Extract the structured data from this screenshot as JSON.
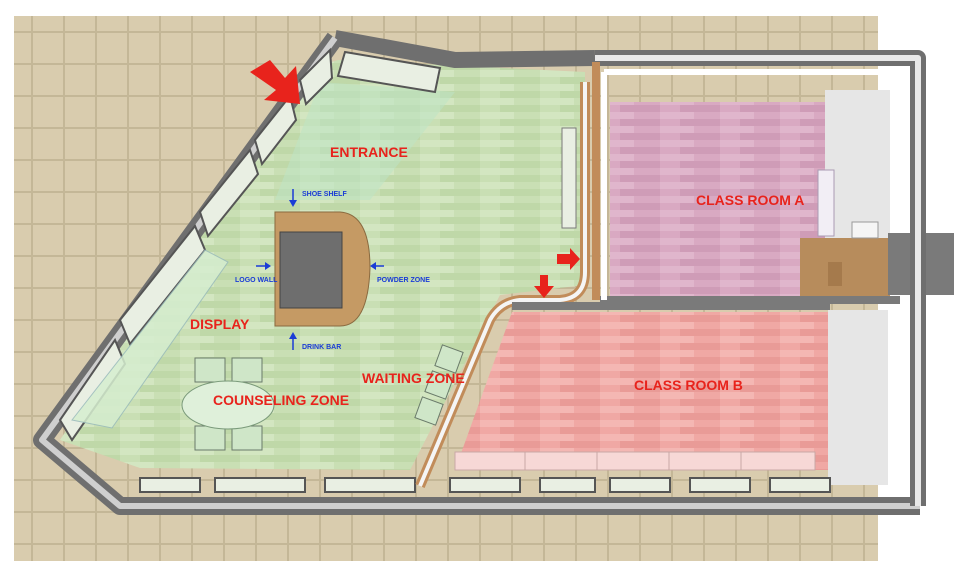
{
  "labels": {
    "entrance": "ENTRANCE",
    "class_room_a": "CLASS ROOM A",
    "class_room_b": "CLASS ROOM B",
    "display": "DISPLAY",
    "waiting_zone": "WAITING ZONE",
    "counseling_zone": "COUNSELING ZONE",
    "shoe_shelf": "SHOE SHELF",
    "logo_wall": "LOGO WALL",
    "powder_zone": "POWDER ZONE",
    "drink_bar": "DRINK BAR"
  },
  "colors": {
    "ground_tile": "#d9ccae",
    "wall": "#7a7a7a",
    "wall_light": "#cfcfcf",
    "lobby_floor": "#c9dfb4",
    "class_a_floor": "#d9a9c2",
    "class_b_floor": "#f0a8a4",
    "label_red": "#e8231c",
    "label_blue": "#1a3cd6",
    "arrow_red": "#e8231c",
    "counter_wood": "#c59a64",
    "counter_top": "#6e6e6e",
    "glass": "#bde3c4"
  },
  "icons": [
    "entry-arrow-icon",
    "door-arrow-icon",
    "pointer-arrow-icon"
  ]
}
